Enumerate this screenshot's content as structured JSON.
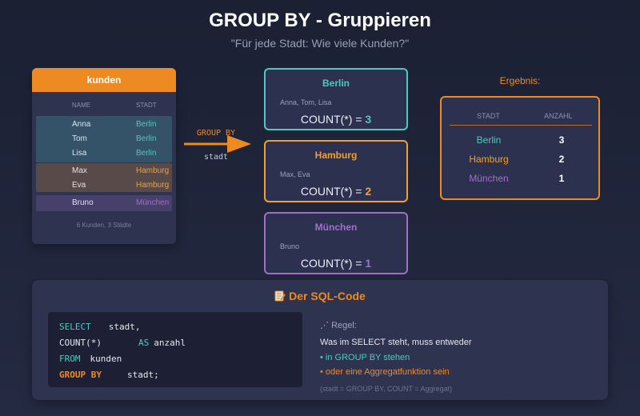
{
  "title": "GROUP BY - Gruppieren",
  "subtitle": "\"Für jede Stadt: Wie viele Kunden?\"",
  "source_table": {
    "name": "kunden",
    "columns": [
      "NAME",
      "STADT"
    ],
    "rows": [
      {
        "name": "Anna",
        "city": "Berlin"
      },
      {
        "name": "Tom",
        "city": "Berlin"
      },
      {
        "name": "Lisa",
        "city": "Berlin"
      },
      {
        "name": "Max",
        "city": "Hamburg"
      },
      {
        "name": "Eva",
        "city": "Hamburg"
      },
      {
        "name": "Bruno",
        "city": "München"
      }
    ],
    "footer": "6 Kunden, 3 Städte"
  },
  "arrow": {
    "top_label": "GROUP BY",
    "bottom_label": "stadt"
  },
  "groups": [
    {
      "city": "Berlin",
      "members": "Anna, Tom, Lisa",
      "count_label": "COUNT(*) = ",
      "count": "3"
    },
    {
      "city": "Hamburg",
      "members": "Max, Eva",
      "count_label": "COUNT(*) = ",
      "count": "2"
    },
    {
      "city": "München",
      "members": "Bruno",
      "count_label": "COUNT(*) = ",
      "count": "1"
    }
  ],
  "result": {
    "label": "Ergebnis:",
    "columns": [
      "STADT",
      "ANZAHL"
    ],
    "rows": [
      {
        "city": "Berlin",
        "count": "3"
      },
      {
        "city": "Hamburg",
        "count": "2"
      },
      {
        "city": "München",
        "count": "1"
      }
    ]
  },
  "sql": {
    "title": "Der SQL-Code",
    "lines": {
      "l1_kw": "SELECT",
      "l1_rest": "stadt,",
      "l2_fn": "COUNT(*)",
      "l2_kw": "AS",
      "l2_rest": "anzahl",
      "l3_kw": "FROM",
      "l3_rest": "kunden",
      "l4_kw": "GROUP BY",
      "l4_rest": "stadt;"
    }
  },
  "rule": {
    "title": "Regel:",
    "text": "Was im SELECT steht, muss entweder",
    "bullet1": "• in GROUP BY stehen",
    "bullet2": "• oder eine Aggregatfunktion sein",
    "note": "(stadt = GROUP BY, COUNT = Aggregat)"
  },
  "colors": {
    "orange": "#ee8a22",
    "berlin": "#4ec9c0",
    "hamburg": "#f0a030",
    "muenchen": "#a070c8"
  }
}
